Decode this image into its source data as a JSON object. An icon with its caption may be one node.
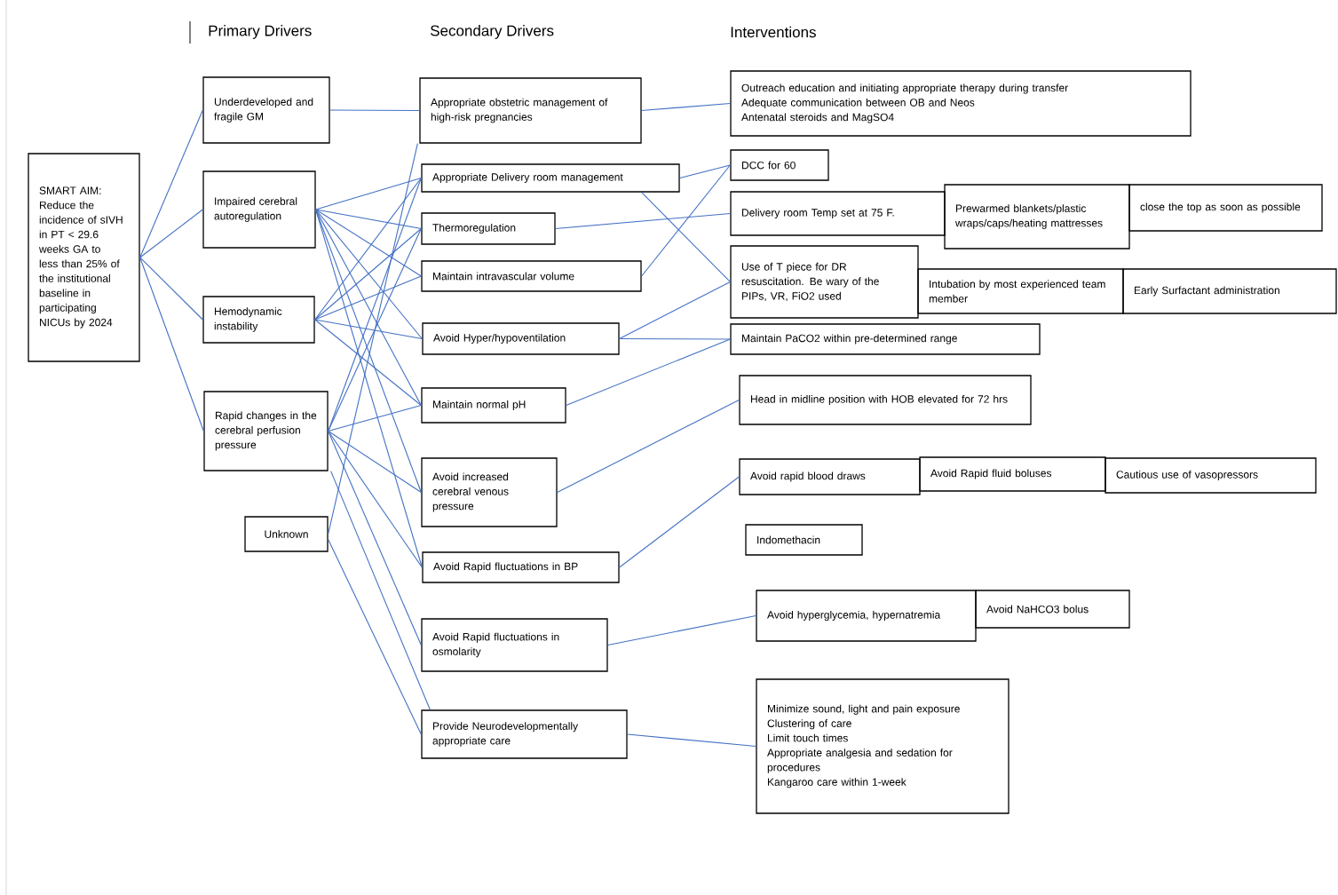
{
  "diagram": {
    "nodes": [
      {
        "text": [
          "SMART AIM: Reduce the incidence of sIVH in PT < 29.6 weeks GA to less than 25% of the institutional baseline in participating NICUs by 2024"
        ]
      },
      {
        "text": [
          "Underdeveloped and fragile GM"
        ]
      },
      {
        "text": [
          "Impaired cerebral autoregulation"
        ]
      },
      {
        "text": [
          "Hemodynamic instability"
        ]
      },
      {
        "text": [
          "Rapid changes in the cerebral perfusion pressure"
        ]
      },
      {
        "text": [
          "Unknown"
        ]
      },
      {
        "text": [
          "Appropriate obstetric management of high-risk pregnancies"
        ]
      },
      {
        "text": [
          "Appropriate Delivery room management"
        ]
      },
      {
        "text": [
          "Thermoregulation"
        ]
      },
      {
        "text": [
          "Maintain intravascular volume"
        ]
      },
      {
        "text": [
          "Avoid Hyper/hypoventilation"
        ]
      },
      {
        "text": [
          "Maintain normal pH"
        ]
      },
      {
        "text": [
          "Avoid increased cerebral venous pressure"
        ]
      },
      {
        "text": [
          "Avoid Rapid fluctuations in BP"
        ]
      },
      {
        "text": [
          "Avoid Rapid fluctuations in osmolarity"
        ]
      },
      {
        "text": [
          "Provide Neurodevelopmentally appropriate care"
        ]
      },
      {
        "text": [
          "Outreach education and initiating appropriate therapy during transfer",
          "Adequate communication between OB and Neos",
          "Antenatal steroids and MagSO4"
        ]
      },
      {
        "text": [
          "DCC for 60"
        ]
      },
      {
        "text": [
          "Delivery room Temp set at 75 F."
        ]
      },
      {
        "text": [
          "Prewarmed blankets/plastic wraps/caps/heating mattresses"
        ]
      },
      {
        "text": [
          "close the top as soon as possible"
        ]
      },
      {
        "text": [
          "Use of T piece for DR resuscitation. Be wary of the PIPs, VR, FiO2 used"
        ]
      },
      {
        "text": [
          "Intubation by most experienced team member"
        ]
      },
      {
        "text": [
          "Early Surfactant administration"
        ]
      },
      {
        "text": [
          "Maintain PaCO2 within pre-determined range"
        ]
      },
      {
        "text": [
          "Head in midline position with HOB elevated for 72 hrs"
        ]
      },
      {
        "text": [
          "Avoid rapid blood draws"
        ]
      },
      {
        "text": [
          "Avoid Rapid fluid boluses"
        ]
      },
      {
        "text": [
          "Cautious use of vasopressors"
        ]
      },
      {
        "text": [
          "Indomethacin"
        ]
      },
      {
        "text": [
          "Avoid hyperglycemia, hypernatremia"
        ]
      },
      {
        "text": [
          "Avoid NaHCO3 bolus"
        ]
      },
      {
        "text": [
          "Minimize sound, light and pain exposure",
          "Clustering of care",
          "Limit touch times",
          "Appropriate analgesia and sedation for procedures",
          "Kangaroo care within 1-week"
        ]
      }
    ],
    "edges": [
      {
        "from": 0,
        "to": 1,
        "arrow": "none"
      },
      {
        "from": 0,
        "to": 2,
        "arrow": "none"
      },
      {
        "from": 0,
        "to": 3,
        "arrow": "none"
      },
      {
        "from": 0,
        "to": 4,
        "arrow": "none"
      },
      {
        "from": 1,
        "to": 6,
        "arrow": "none"
      },
      {
        "from": 2,
        "to": 7,
        "arrow": "none"
      },
      {
        "from": 2,
        "to": 8,
        "arrow": "none"
      },
      {
        "from": 2,
        "to": 9,
        "arrow": "none"
      },
      {
        "from": 2,
        "to": 10,
        "arrow": "none"
      },
      {
        "from": 2,
        "to": 11,
        "arrow": "none"
      },
      {
        "from": 2,
        "to": 12,
        "arrow": "none"
      },
      {
        "from": 2,
        "to": 13,
        "arrow": "none"
      },
      {
        "from": 3,
        "to": 7,
        "arrow": "none"
      },
      {
        "from": 3,
        "to": 8,
        "arrow": "none"
      },
      {
        "from": 3,
        "to": 9,
        "arrow": "none"
      },
      {
        "from": 3,
        "to": 10,
        "arrow": "none"
      },
      {
        "from": 3,
        "to": 11,
        "arrow": "none"
      },
      {
        "from": 4,
        "to": 7,
        "arrow": "none"
      },
      {
        "from": 4,
        "to": 8,
        "arrow": "none"
      },
      {
        "from": 4,
        "to": 11,
        "arrow": "none"
      },
      {
        "from": 4,
        "to": 12,
        "arrow": "none"
      },
      {
        "from": 4,
        "to": 13,
        "arrow": "none"
      },
      {
        "from": 4,
        "to": 14,
        "arrow": "none"
      },
      {
        "from": 4,
        "to": 15,
        "arrow": "none"
      },
      {
        "from": 5,
        "to": 6,
        "arrow": "none"
      },
      {
        "from": 5,
        "to": 15,
        "arrow": "none"
      },
      {
        "from": 6,
        "to": 16,
        "arrow": "none"
      },
      {
        "from": 7,
        "to": 17,
        "arrow": "none"
      },
      {
        "from": 7,
        "to": 21,
        "arrow": "none"
      },
      {
        "from": 8,
        "to": 18,
        "arrow": "none"
      },
      {
        "from": 9,
        "to": 17,
        "arrow": "none"
      },
      {
        "from": 10,
        "to": 21,
        "arrow": "none"
      },
      {
        "from": 10,
        "to": 24,
        "arrow": "none"
      },
      {
        "from": 11,
        "to": 24,
        "arrow": "none"
      },
      {
        "from": 12,
        "to": 25,
        "arrow": "none"
      },
      {
        "from": 13,
        "to": 26,
        "arrow": "none"
      },
      {
        "from": 14,
        "to": 30,
        "arrow": "none"
      },
      {
        "from": 15,
        "to": 32,
        "arrow": "none"
      }
    ],
    "labels": [
      "Primary Drivers",
      "Secondary Drivers",
      "Interventions"
    ]
  }
}
